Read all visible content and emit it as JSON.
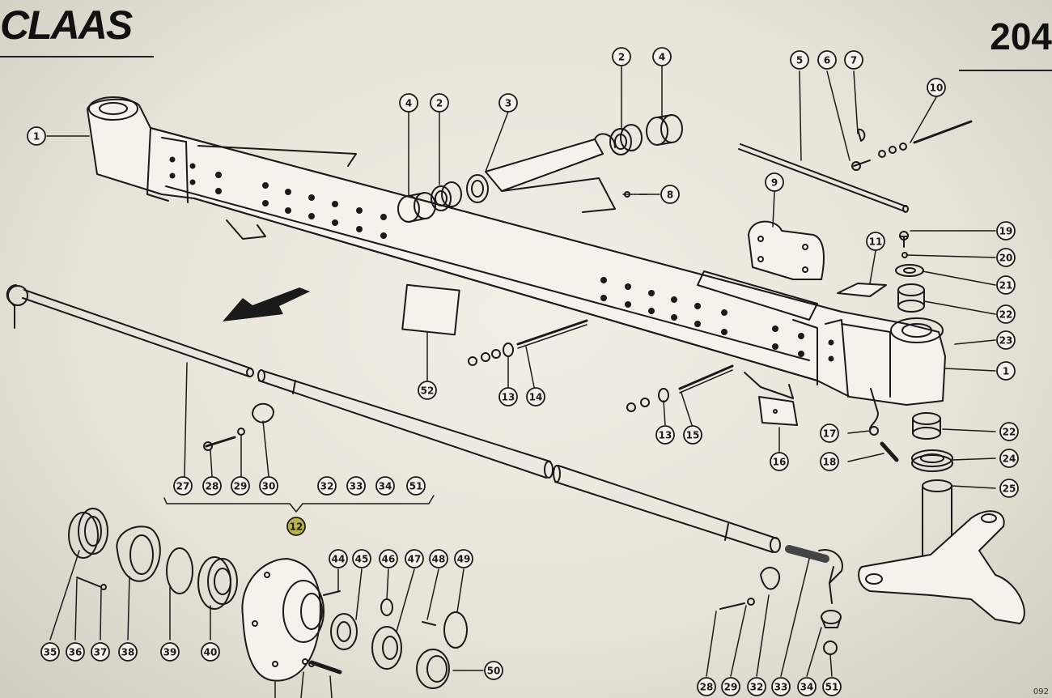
{
  "header": {
    "brand": "CLAAS",
    "page_number": "204",
    "corner_code": "092"
  },
  "parts_diagram": {
    "callouts": [
      {
        "id": "c1a",
        "label": "1"
      },
      {
        "id": "c1b",
        "label": "1"
      },
      {
        "id": "c2a",
        "label": "2"
      },
      {
        "id": "c2b",
        "label": "2"
      },
      {
        "id": "c3",
        "label": "3"
      },
      {
        "id": "c4a",
        "label": "4"
      },
      {
        "id": "c4b",
        "label": "4"
      },
      {
        "id": "c5",
        "label": "5"
      },
      {
        "id": "c6",
        "label": "6"
      },
      {
        "id": "c7",
        "label": "7"
      },
      {
        "id": "c8",
        "label": "8"
      },
      {
        "id": "c9",
        "label": "9"
      },
      {
        "id": "c10",
        "label": "10"
      },
      {
        "id": "c11",
        "label": "11"
      },
      {
        "id": "c12",
        "label": "12"
      },
      {
        "id": "c13a",
        "label": "13"
      },
      {
        "id": "c13b",
        "label": "13"
      },
      {
        "id": "c14",
        "label": "14"
      },
      {
        "id": "c15",
        "label": "15"
      },
      {
        "id": "c16",
        "label": "16"
      },
      {
        "id": "c17",
        "label": "17"
      },
      {
        "id": "c18",
        "label": "18"
      },
      {
        "id": "c19",
        "label": "19"
      },
      {
        "id": "c20",
        "label": "20"
      },
      {
        "id": "c21",
        "label": "21"
      },
      {
        "id": "c22a",
        "label": "22"
      },
      {
        "id": "c22b",
        "label": "22"
      },
      {
        "id": "c23",
        "label": "23"
      },
      {
        "id": "c24",
        "label": "24"
      },
      {
        "id": "c25",
        "label": "25"
      },
      {
        "id": "c27",
        "label": "27"
      },
      {
        "id": "c28a",
        "label": "28"
      },
      {
        "id": "c28b",
        "label": "28"
      },
      {
        "id": "c29a",
        "label": "29"
      },
      {
        "id": "c29b",
        "label": "29"
      },
      {
        "id": "c30",
        "label": "30"
      },
      {
        "id": "c32a",
        "label": "32"
      },
      {
        "id": "c32b",
        "label": "32"
      },
      {
        "id": "c33a",
        "label": "33"
      },
      {
        "id": "c33b",
        "label": "33"
      },
      {
        "id": "c34a",
        "label": "34"
      },
      {
        "id": "c34b",
        "label": "34"
      },
      {
        "id": "c35",
        "label": "35"
      },
      {
        "id": "c36",
        "label": "36"
      },
      {
        "id": "c37",
        "label": "37"
      },
      {
        "id": "c38",
        "label": "38"
      },
      {
        "id": "c39",
        "label": "39"
      },
      {
        "id": "c40",
        "label": "40"
      },
      {
        "id": "c44",
        "label": "44"
      },
      {
        "id": "c45",
        "label": "45"
      },
      {
        "id": "c46",
        "label": "46"
      },
      {
        "id": "c47",
        "label": "47"
      },
      {
        "id": "c48",
        "label": "48"
      },
      {
        "id": "c49",
        "label": "49"
      },
      {
        "id": "c50",
        "label": "50"
      },
      {
        "id": "c51a",
        "label": "51"
      },
      {
        "id": "c51b",
        "label": "51"
      },
      {
        "id": "c52",
        "label": "52"
      }
    ],
    "highlighted_callout": {
      "label": "12",
      "color": "#b8b44a"
    },
    "colors": {
      "ink": "#1a1a1a",
      "paper": "#eeece2"
    }
  }
}
